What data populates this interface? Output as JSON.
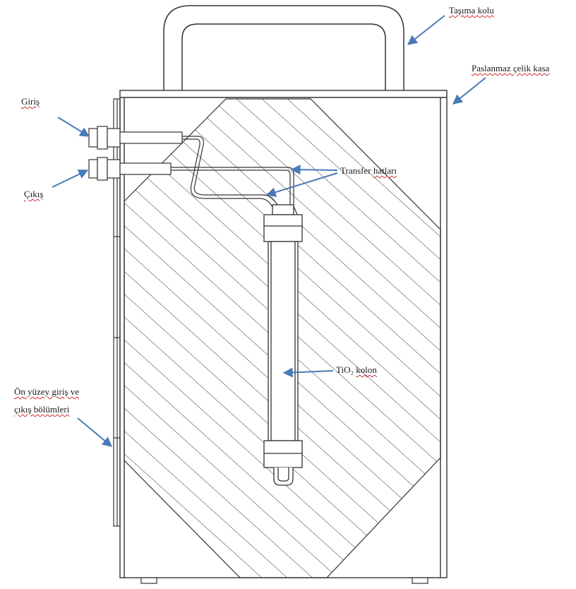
{
  "labels": {
    "handle": {
      "prefix": "",
      "word": "Taşıma kolu",
      "suffix": ""
    },
    "case": {
      "prefix": "",
      "word": "Paslanmaz çelik kasa",
      "suffix": ""
    },
    "inlet": {
      "prefix": "",
      "word": "Giriş",
      "suffix": ""
    },
    "outlet": {
      "prefix": "",
      "word": "Çıkış",
      "suffix": ""
    },
    "transfer": {
      "prefix": "Transfer ",
      "word": "hatları",
      "suffix": ""
    },
    "column": {
      "prefix": "TiO₂ ",
      "word": "kolon",
      "suffix": ""
    },
    "front_line1": {
      "prefix": "",
      "word": "Ön yüzey giriş ve",
      "suffix": ""
    },
    "front_line2": {
      "prefix": "",
      "word": "çıkış bölümleri",
      "suffix": ""
    }
  },
  "colors": {
    "line": "#333333",
    "arrow": "#4a7ab8",
    "hatch": "#444444"
  }
}
